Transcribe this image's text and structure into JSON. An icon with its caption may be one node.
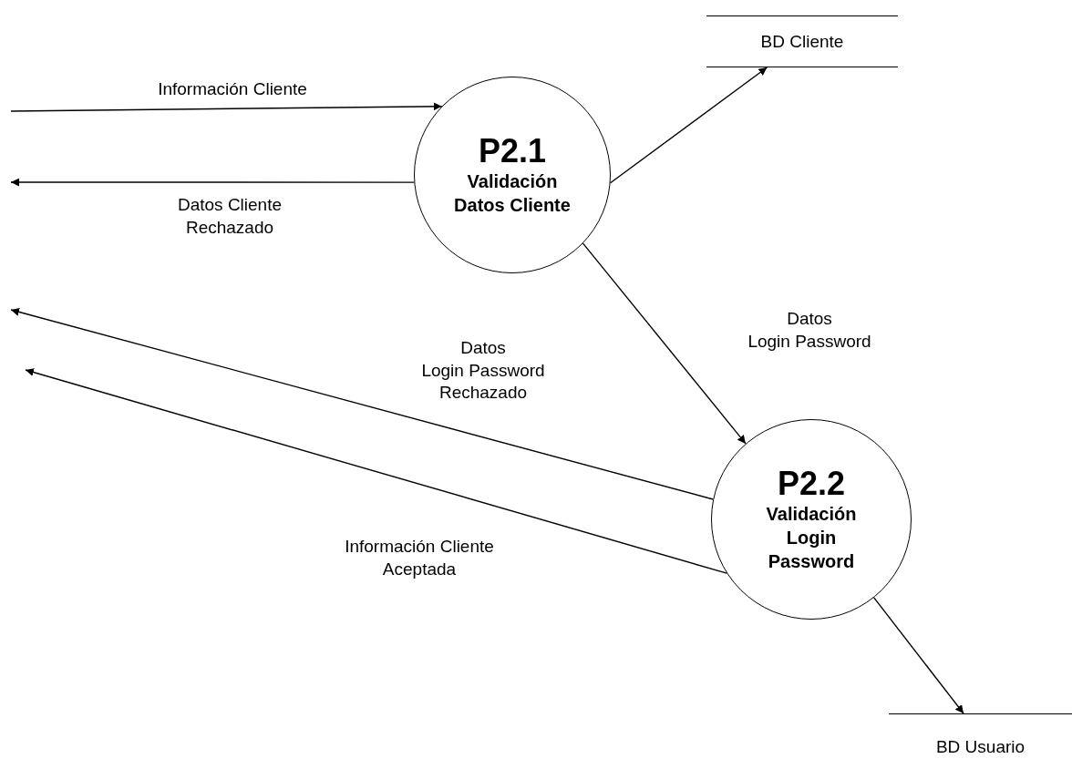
{
  "diagram": {
    "nodes": [
      {
        "text": [
          "P2.1",
          "Validación Datos Cliente"
        ]
      },
      {
        "text": [
          "P2.2",
          "Validación Login Password"
        ]
      },
      {
        "text": [
          "BD Cliente"
        ]
      },
      {
        "text": [
          "BD Usuario"
        ]
      }
    ],
    "edges": [
      {
        "from": null,
        "to": 0,
        "arrow": "to",
        "label": "Información Cliente"
      },
      {
        "from": 0,
        "to": null,
        "arrow": "to",
        "label": "Datos Cliente Rechazado"
      },
      {
        "from": 0,
        "to": 2,
        "arrow": "to"
      },
      {
        "from": 0,
        "to": 1,
        "arrow": "to",
        "label": "Datos Login Password"
      },
      {
        "from": 1,
        "to": null,
        "arrow": "to",
        "label": "Datos Login Password Rechazado"
      },
      {
        "from": 1,
        "to": null,
        "arrow": "to",
        "label": "Información Cliente Aceptada"
      },
      {
        "from": 1,
        "to": 3,
        "arrow": "to"
      }
    ]
  }
}
